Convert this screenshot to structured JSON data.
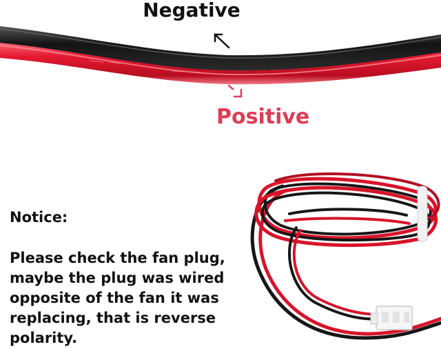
{
  "labels": {
    "negative": "Negative",
    "positive": "Positive"
  },
  "notice": {
    "title": "Notice:",
    "body": "Please check the fan plug, maybe the plug was wired opposite of the fan it was replacing, that is reverse polarity."
  },
  "colors": {
    "positive_label": "#e03c55",
    "negative_label": "#111111",
    "wire_red": "#d8142a",
    "wire_black": "#161616"
  },
  "icons": {
    "negative_arrow": "arrow-up-left-icon",
    "positive_arrow": "arrow-down-right-icon"
  }
}
